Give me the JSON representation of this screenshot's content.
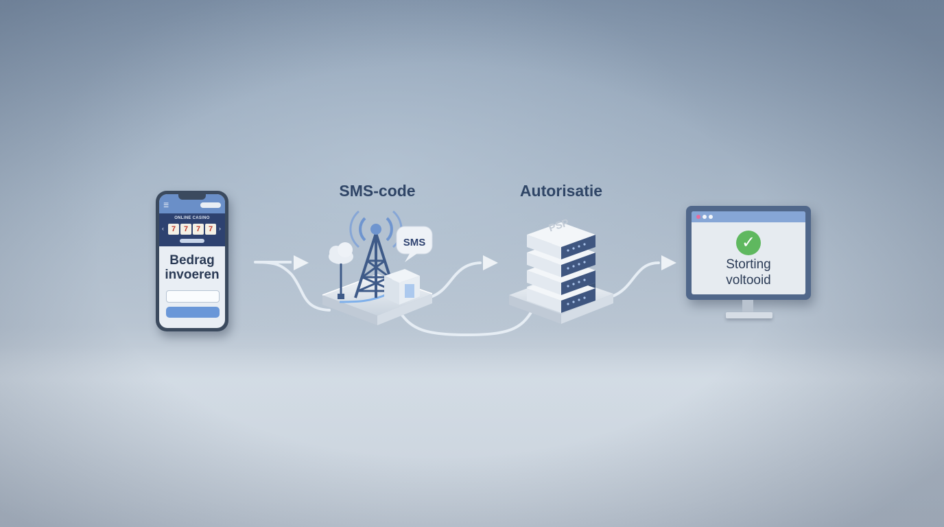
{
  "steps": [
    {
      "id": "phone",
      "label": ""
    },
    {
      "id": "sms",
      "label": "SMS-code"
    },
    {
      "id": "authorisation",
      "label": "Autorisatie"
    },
    {
      "id": "done",
      "label": ""
    }
  ],
  "phone": {
    "banner_text": "ONLINE CASINO",
    "reels": [
      "7",
      "7",
      "7",
      "7"
    ],
    "title_line1": "Bedrag",
    "title_line2": "invoeren"
  },
  "tower": {
    "bubble_text": "SMS"
  },
  "server": {
    "top_label": "PSP"
  },
  "monitor": {
    "line1": "Storting",
    "line2": "voltooid"
  },
  "colors": {
    "label_text": "#2f4566",
    "accent_blue": "#6a97d8",
    "dark_navy": "#2e4270",
    "success_green": "#5fb85f"
  },
  "icons": [
    "menu-icon",
    "cloud-icon",
    "tower-icon",
    "sms-bubble-icon",
    "server-icon",
    "check-icon",
    "arrow-icon"
  ]
}
